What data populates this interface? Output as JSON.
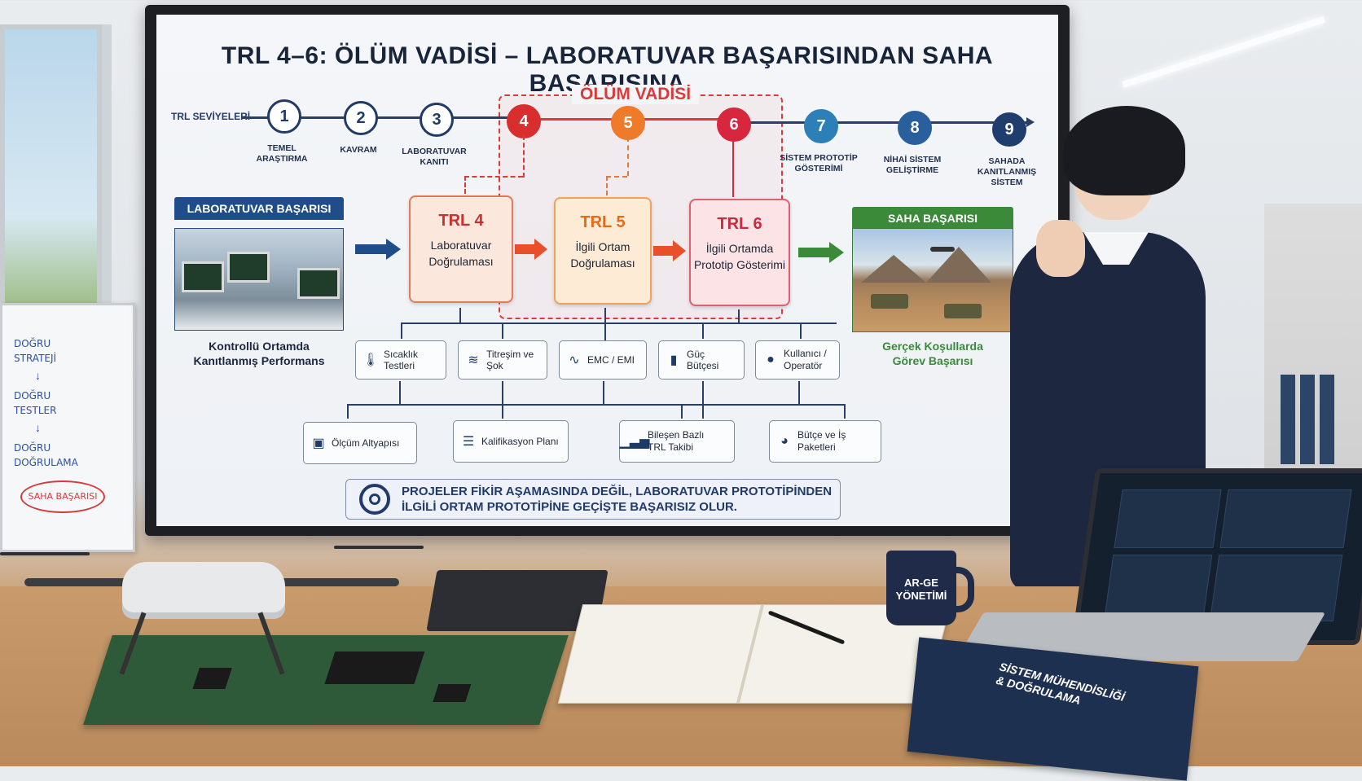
{
  "slide": {
    "title": "TRL 4–6: ÖLÜM VADİSİ – LABORATUVAR BAŞARISINDAN SAHA BAŞARISINA",
    "valley_label": "ÖLÜM VADİSİ",
    "trl_levels_label": "TRL SEVİYELERİ",
    "levels": [
      {
        "num": "1",
        "caption": "TEMEL ARAŞTIRMA"
      },
      {
        "num": "2",
        "caption": "KAVRAM"
      },
      {
        "num": "3",
        "caption": "LABORATUVAR KANITI"
      },
      {
        "num": "4",
        "caption": ""
      },
      {
        "num": "5",
        "caption": ""
      },
      {
        "num": "6",
        "caption": ""
      },
      {
        "num": "7",
        "caption": "SİSTEM PROTOTİP GÖSTERİMİ"
      },
      {
        "num": "8",
        "caption": "NİHAİ SİSTEM GELİŞTİRME"
      },
      {
        "num": "9",
        "caption": "SAHADA KANITLANMIŞ SİSTEM"
      }
    ],
    "lab": {
      "header": "LABORATUVAR BAŞARISI",
      "caption_line1": "Kontrollü Ortamda",
      "caption_line2": "Kanıtlanmış Performans"
    },
    "field": {
      "header": "SAHA BAŞARISI",
      "caption_line1": "Gerçek Koşullarda",
      "caption_line2": "Görev Başarısı"
    },
    "trl_boxes": [
      {
        "title": "TRL 4",
        "line1": "Laboratuvar",
        "line2": "Doğrulaması"
      },
      {
        "title": "TRL 5",
        "line1": "İlgili Ortam",
        "line2": "Doğrulaması"
      },
      {
        "title": "TRL 6",
        "line1": "İlgili Ortamda",
        "line2": "Prototip Gösterimi"
      }
    ],
    "tests": [
      {
        "icon": "thermometer-icon",
        "label": "Sıcaklık Testleri"
      },
      {
        "icon": "vibration-icon",
        "label": "Titreşim ve Şok"
      },
      {
        "icon": "waveform-icon",
        "label": "EMC / EMI"
      },
      {
        "icon": "battery-icon",
        "label": "Güç Bütçesi"
      },
      {
        "icon": "user-icon",
        "line1": "Kullanıcı /",
        "line2": "Operatör"
      }
    ],
    "tools": [
      {
        "icon": "measurement-icon",
        "label": "Ölçüm Altyapısı"
      },
      {
        "icon": "clipboard-icon",
        "label": "Kalifikasyon Planı"
      },
      {
        "icon": "bar-chart-icon",
        "line1": "Bileşen Bazlı",
        "line2": "TRL Takibi"
      },
      {
        "icon": "pie-chart-icon",
        "line1": "Bütçe ve İş",
        "line2": "Paketleri"
      }
    ],
    "bottom_note_line1": "PROJELER FİKİR AŞAMASINDA DEĞİL, LABORATUVAR PROTOTİPİNDEN",
    "bottom_note_line2": "İLGİLİ ORTAM PROTOTİPİNE GEÇİŞTE BAŞARISIZ OLUR.",
    "colors": {
      "navy": "#213b6c",
      "valley_red": "#d93a3a",
      "trl5_orange": "#ee7a2a",
      "field_green": "#3a8a3a",
      "lab_blue": "#1f4d8a"
    }
  },
  "whiteboard": {
    "lines": [
      "DOĞRU",
      "STRATEJİ",
      "DOĞRU",
      "TESTLER",
      "DOĞRU",
      "DOĞRULAMA"
    ],
    "circled": "SAHA BAŞARISI"
  },
  "desk": {
    "mug_line1": "AR-GE",
    "mug_line2": "YÖNETİMİ",
    "book_line1": "SİSTEM MÜHENDİSLİĞİ",
    "book_line2": "& DOĞRULAMA"
  }
}
